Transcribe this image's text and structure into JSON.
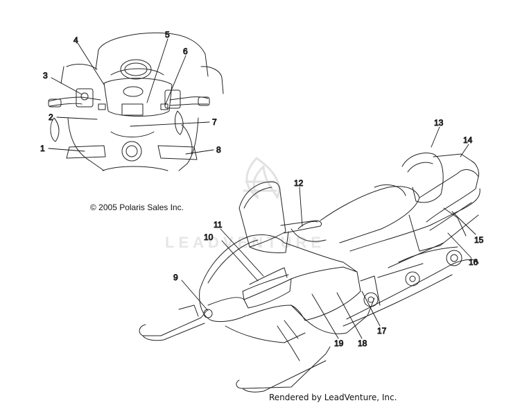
{
  "copyright": "© 2005 Polaris Sales Inc.",
  "rendered_by": "Rendered by LeadVenture, Inc.",
  "watermark": "LEADVENTURE",
  "callouts": {
    "c1": "1",
    "c2": "2",
    "c3": "3",
    "c4": "4",
    "c5": "5",
    "c6": "6",
    "c7": "7",
    "c8": "8",
    "c9": "9",
    "c10": "10",
    "c11": "11",
    "c12": "12",
    "c13": "13",
    "c14": "14",
    "c15": "15",
    "c16": "16",
    "c17": "17",
    "c18": "18",
    "c19": "19"
  },
  "colors": {
    "line": "#222222",
    "watermark": "#e6e6e6"
  }
}
